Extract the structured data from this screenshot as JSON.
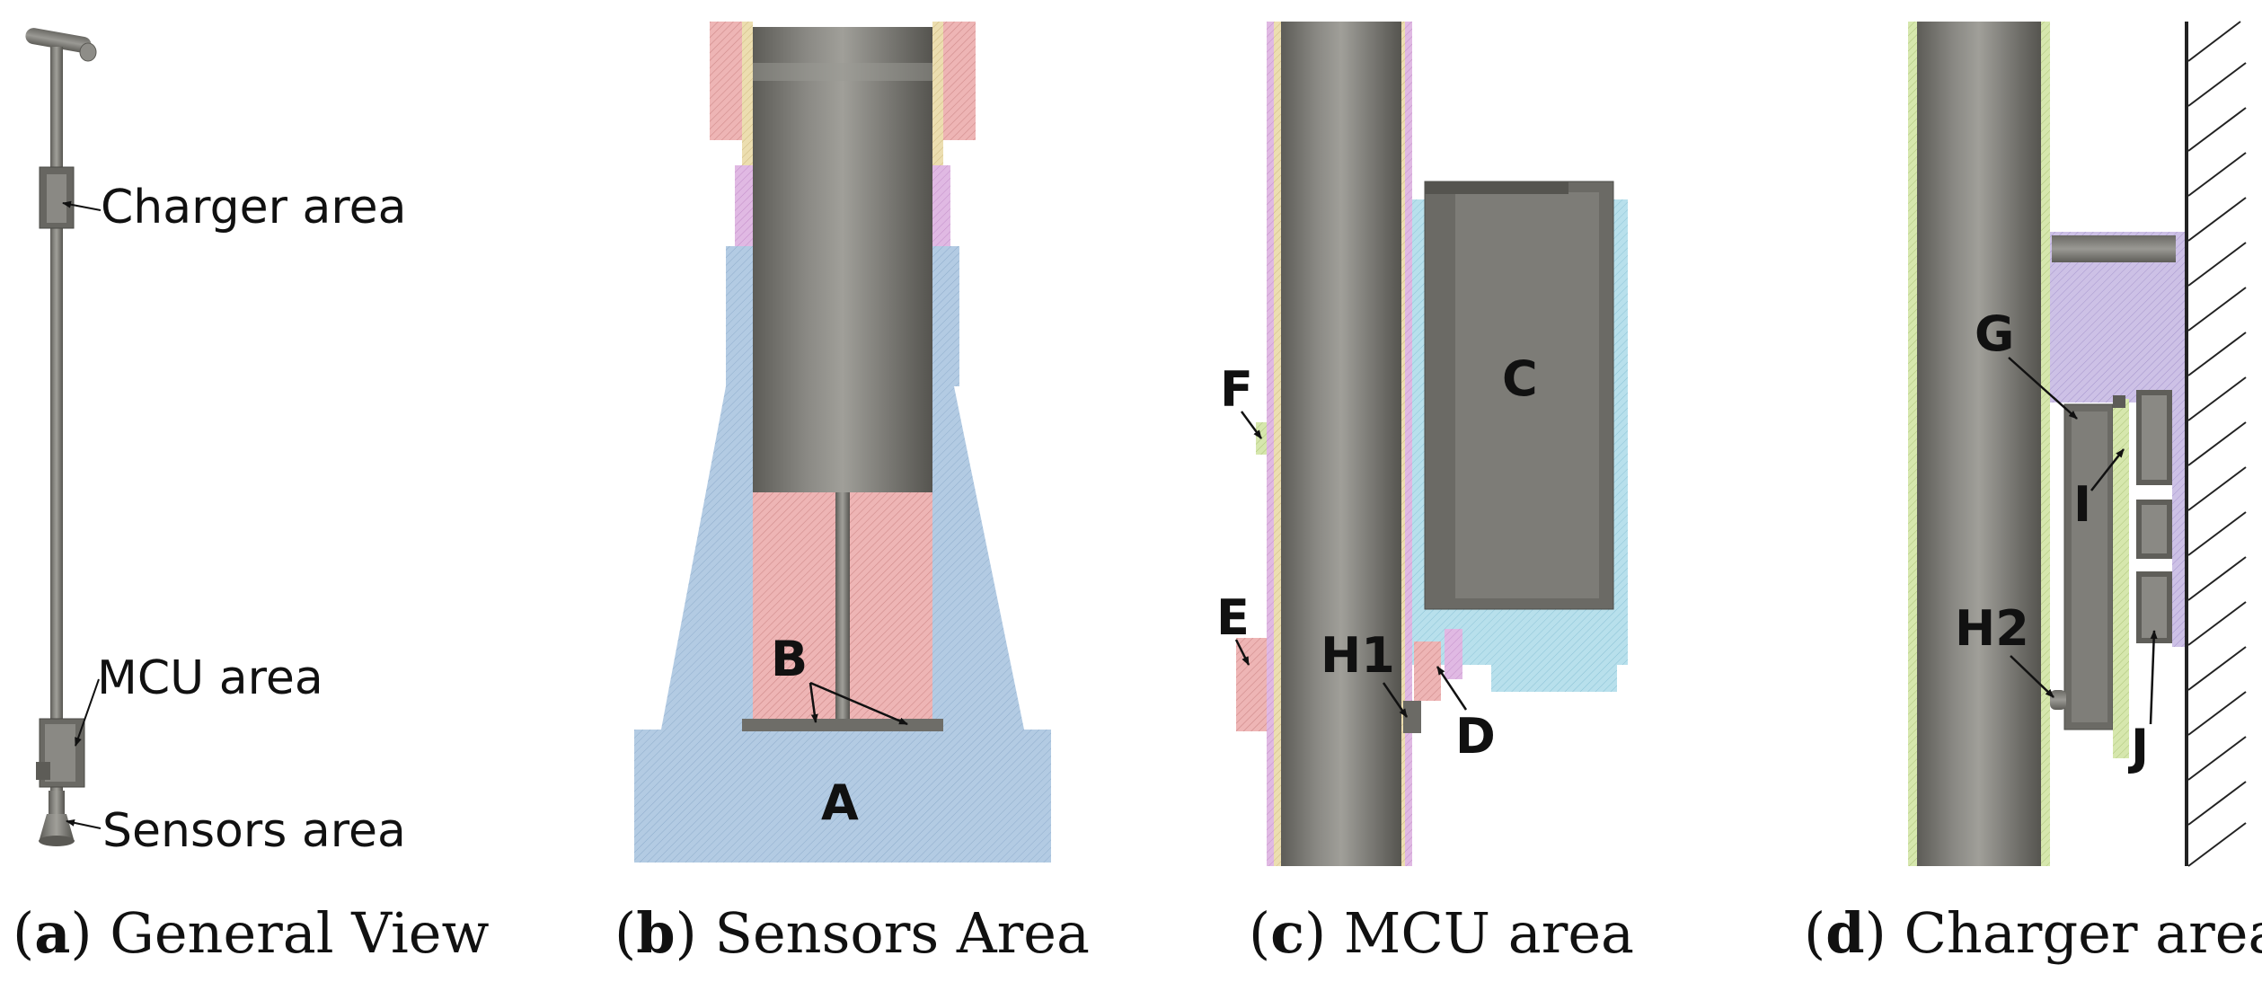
{
  "panels": {
    "a": {
      "caption_letter": "a",
      "caption_text": "General View",
      "callouts": [
        "Charger area",
        "MCU area",
        "Sensors area"
      ]
    },
    "b": {
      "caption_letter": "b",
      "caption_text": "Sensors Area",
      "labels": [
        "A",
        "B"
      ]
    },
    "c": {
      "caption_letter": "c",
      "caption_text": "MCU area",
      "labels": [
        "C",
        "D",
        "E",
        "F",
        "H1"
      ]
    },
    "d": {
      "caption_letter": "d",
      "caption_text": "Charger area",
      "labels": [
        "G",
        "I",
        "H2",
        "J"
      ]
    }
  },
  "colors": {
    "metal": "#7d7c76",
    "blue_section": "#aac4dc",
    "red_section": "#e8a9a9",
    "pink_section": "#d9a8d9",
    "cyan_section": "#a9d8e6",
    "yellow_section": "#e6d9a6",
    "green_section": "#cfe0a3",
    "purple_section": "#c9b8e0"
  }
}
